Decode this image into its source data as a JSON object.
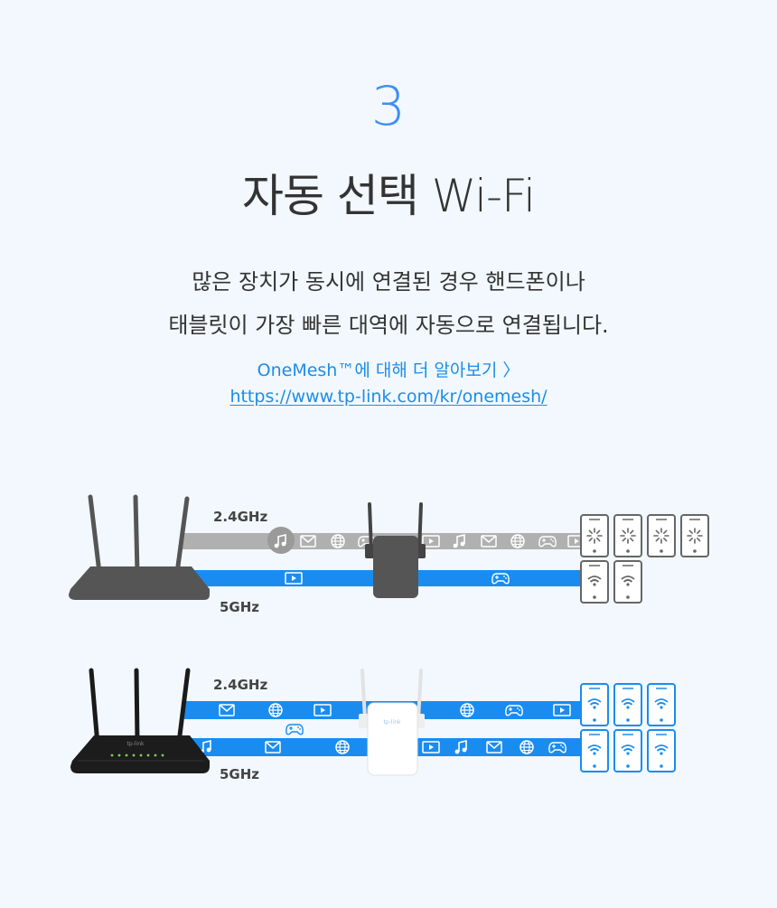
{
  "step": {
    "number": "3",
    "title": "자동 선택 Wi-Fi"
  },
  "description": {
    "line1": "많은 장치가 동시에 연결된 경우 핸드폰이나",
    "line2": "태블릿이 가장 빠른 대역에 자동으로 연결됩니다."
  },
  "learn_more": {
    "label": "OneMesh™에 대해 더 알아보기 〉",
    "url": "https://www.tp-link.com/kr/onemesh/"
  },
  "diagram": {
    "top": {
      "band_24_label": "2.4GHz",
      "band_5_label": "5GHz",
      "band_24_color": "#b0b0b0",
      "band_5_color": "#1a8cf0",
      "device_state_24": "loading-icon",
      "device_state_5": "wifi-icon",
      "device_color": "#666666"
    },
    "bottom": {
      "band_24_label": "2.4GHz",
      "band_5_label": "5GHz",
      "band_color": "#1a8cf0",
      "device_state": "wifi-icon",
      "device_color": "#1a8cf0",
      "extender_brand": "tp-link"
    },
    "traffic_icons": [
      "music-icon",
      "mail-icon",
      "globe-icon",
      "gamepad-icon",
      "video-icon"
    ]
  }
}
